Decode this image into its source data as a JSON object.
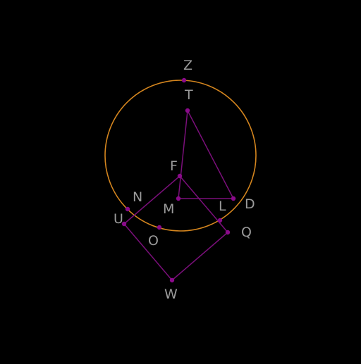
{
  "colors": {
    "background": "#000000",
    "circle": "#d4851e",
    "segment": "#7a0f7a",
    "point": "#8a0a8a",
    "label": "#9a9a9a"
  },
  "labels": {
    "Z": "Z",
    "T": "T",
    "F": "F",
    "N": "N",
    "M": "M",
    "L": "L",
    "D": "D",
    "U": "U",
    "O": "O",
    "Q": "Q",
    "W": "W"
  }
}
